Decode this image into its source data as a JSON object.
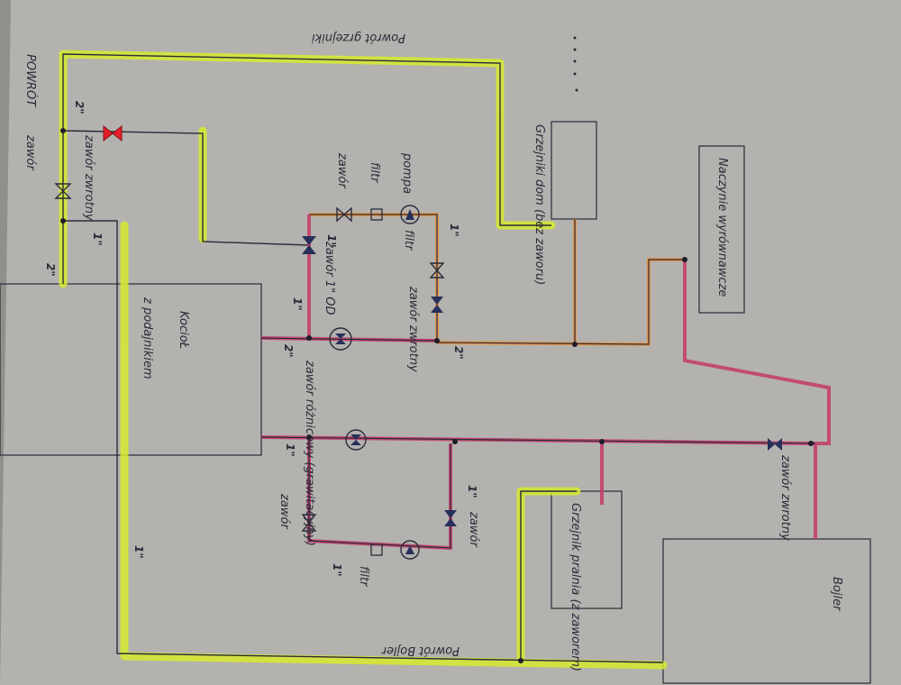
{
  "colors": {
    "paper": "#b3b2ae",
    "ink": "#2a2a3a",
    "return_line": "#d6ea2e",
    "hot_line": "#c4406c",
    "orange_line": "#e79545",
    "highlight_valve": "#e3202a"
  },
  "labels": {
    "powrot_left": "POWRÓT",
    "zawor_left": "zawór",
    "zawor_zwrotny_top": "zawór zwrotny",
    "powrot_grzejniki": "Powrót grzejniki",
    "grzejniki_dom": "Grzejniki dom (bez zaworu)",
    "pompa": "pompa",
    "filtr_top": "filtr",
    "zawor_top": "zawór",
    "filtr_mid": "filtr",
    "zawor_odp": "zawór 1\" OD",
    "zawor_zwrotny_mid": "zawór zwrotny",
    "kociol": "KocioŁ",
    "z_podajnikiem": "z podajnikiem",
    "zawor_roznicowy": "zawór różnicowy (grawitacyjny)",
    "nacz_wyrownawcze": "Naczynie wyrównawcze",
    "zawor_zwrotny_right": "zawór zwrotny",
    "zawor_bottom_left": "zawór",
    "zawor_bottom_mid": "zawór",
    "filtr_bottom": "filtr",
    "grzejnik_pralnia": "Grzejnik pralnia (z zaworem)",
    "powrot_bojler": "Powrót Bojler",
    "bojler": "Bojler"
  },
  "sizes": {
    "s2_top": "2\"",
    "s1_left": "1\"",
    "s2_bottom_left": "2\"",
    "s1_upper": "1\"",
    "s1_od": "1\"",
    "s1_mid": "1\"",
    "s2_mid_left": "2\"",
    "s2_mid_right": "2\"",
    "s1_lower_left": "1\"",
    "s1_lower_mid": "1\"",
    "s1_bottom_left": "1\"",
    "s1_long": "1\""
  }
}
